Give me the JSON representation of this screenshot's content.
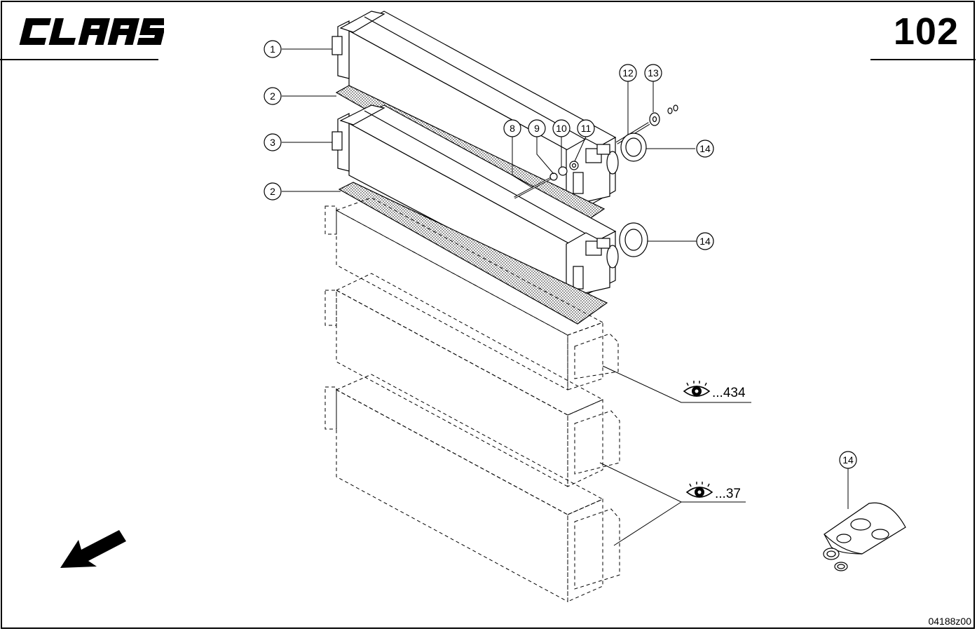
{
  "header": {
    "brand": "CLAAS",
    "page_number": "102"
  },
  "footer": {
    "drawing_code": "04188z00"
  },
  "callouts": [
    {
      "id": "c1",
      "label": "1"
    },
    {
      "id": "c2a",
      "label": "2"
    },
    {
      "id": "c3",
      "label": "3"
    },
    {
      "id": "c2b",
      "label": "2"
    },
    {
      "id": "c8",
      "label": "8"
    },
    {
      "id": "c9",
      "label": "9"
    },
    {
      "id": "c10",
      "label": "10"
    },
    {
      "id": "c11",
      "label": "11"
    },
    {
      "id": "c12",
      "label": "12"
    },
    {
      "id": "c13",
      "label": "13"
    },
    {
      "id": "c14a",
      "label": "14"
    },
    {
      "id": "c14b",
      "label": "14"
    },
    {
      "id": "c14c",
      "label": "14"
    }
  ],
  "references": [
    {
      "id": "r434",
      "text": "...434",
      "icon": "eye-icon"
    },
    {
      "id": "r37",
      "text": "...37",
      "icon": "eye-icon"
    }
  ]
}
